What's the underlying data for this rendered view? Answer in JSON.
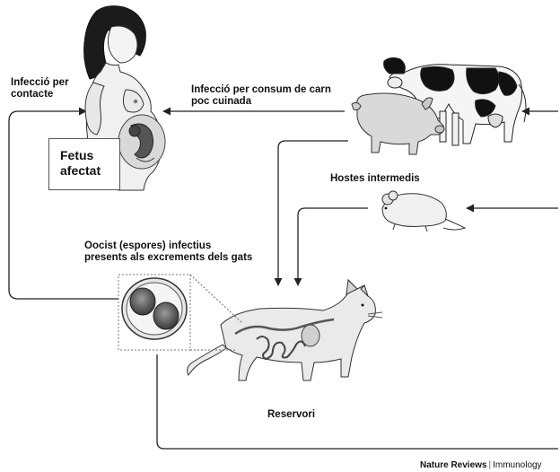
{
  "labels": {
    "contact_infection_line1": "Infecció per",
    "contact_infection_line2": "contacte",
    "meat_infection_line1": "Infecció per consum de carn",
    "meat_infection_line2": "poc cuinada",
    "fetus_line1": "Fetus",
    "fetus_line2": "afectat",
    "intermediate_hosts": "Hostes intermedis",
    "oocyst_line1": "Oocist (espores)  infectius",
    "oocyst_line2": "presents als excrements dels gats",
    "reservoir": "Reservori"
  },
  "credit": {
    "journal": "Nature Reviews",
    "separator": "|",
    "section": "Immunology"
  },
  "icons": {
    "woman": "pregnant-woman-icon",
    "cow": "cow-icon",
    "pig": "pig-icon",
    "mouse": "mouse-icon",
    "cat": "cat-icon",
    "oocyst": "oocyst-icon"
  }
}
